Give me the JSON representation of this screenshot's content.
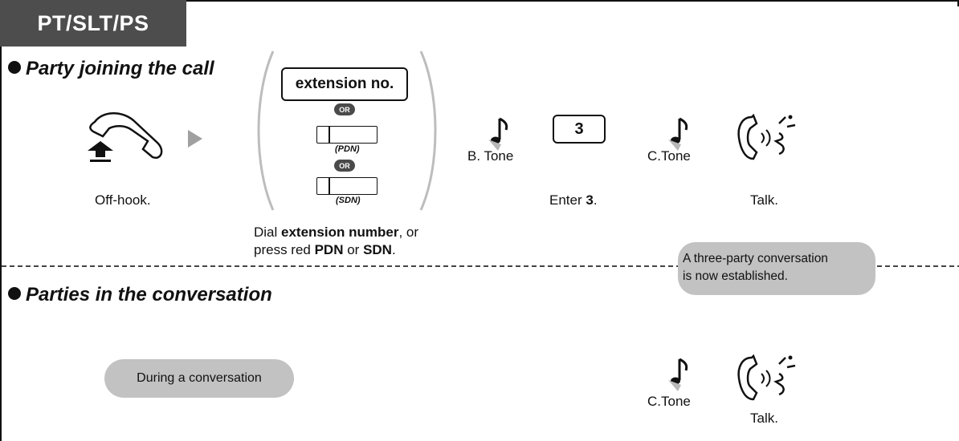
{
  "header": {
    "title": "PT/SLT/PS"
  },
  "joining": {
    "title": "Party joining the call",
    "offhook_caption": "Off-hook.",
    "ext_box": "extension no.",
    "or_label": "OR",
    "pdn_label": "(PDN)",
    "sdn_label": "(SDN)",
    "dial_line1_a": "Dial ",
    "dial_line1_b": "extension number",
    "dial_line1_c": ", or",
    "dial_line2_a": "press red ",
    "dial_line2_b": "PDN",
    "dial_line2_c": " or ",
    "dial_line2_d": "SDN",
    "dial_line2_e": ".",
    "btone": "B. Tone",
    "key3": "3",
    "enter_a": "Enter ",
    "enter_b": "3",
    "enter_c": ".",
    "ctone": "C.Tone",
    "talk": "Talk."
  },
  "note": {
    "line1": "A three-party conversation",
    "line2": "is now established."
  },
  "parties": {
    "title": "Parties in the conversation",
    "during": "During a conversation",
    "ctone": "C.Tone",
    "talk": "Talk."
  },
  "colors": {
    "header_bg": "#4d4d4d",
    "pill_bg": "#c2c2c2",
    "arrow": "#a0a0a0"
  }
}
